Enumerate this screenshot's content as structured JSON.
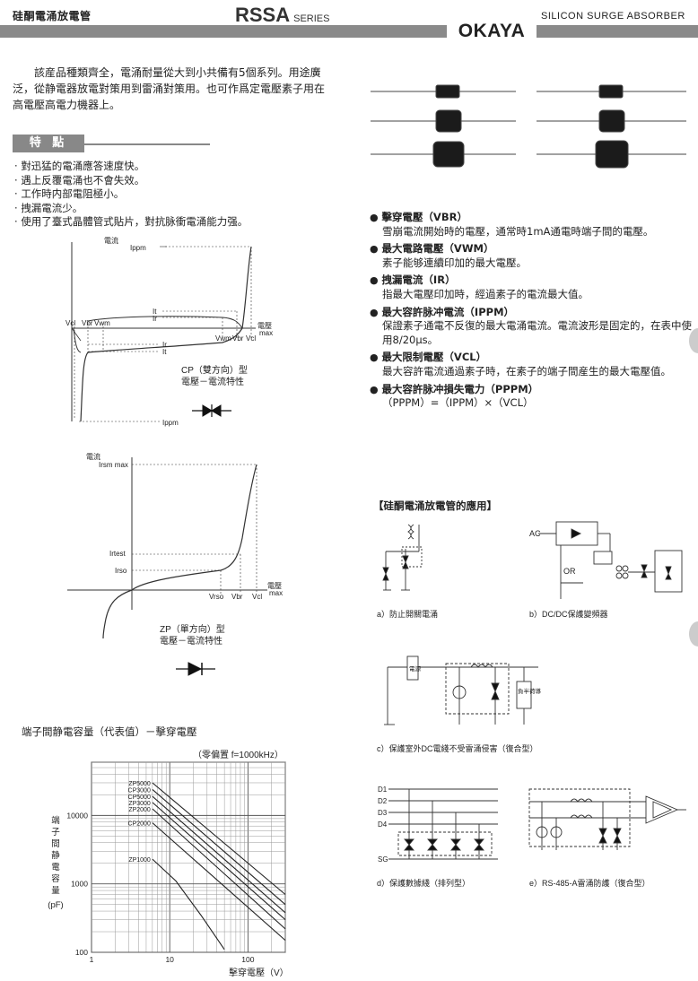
{
  "header": {
    "left_title": "硅酮電涌放電管",
    "series_main": "RSSA",
    "series_suffix": "SERIES",
    "right_title": "SILICON SURGE ABSORBER",
    "brand": "OKAYA"
  },
  "intro": "該産品種類齊全，電涌耐量從大到小共備有5個系列。用途廣泛，從静電器放電對策用到雷涌對策用。也可作爲定電壓素子用在高電壓高電力機器上。",
  "features": {
    "title": "特 點",
    "items": [
      "對迅猛的電涌應答速度快。",
      "遇上反覆電涌也不會失效。",
      "工作時内部電阻極小。",
      "拽漏電流少。",
      "使用了臺式晶體管式貼片，對抗脉衝電涌能力强。"
    ]
  },
  "params": [
    {
      "title": "擊穿電壓（VBR）",
      "desc": "雪崩電流開始時的電壓，通常時1mA通電時端子間的電壓。"
    },
    {
      "title": "最大電路電壓（VWM）",
      "desc": "素子能够連續印加的最大電壓。"
    },
    {
      "title": "拽漏電流（IR）",
      "desc": "指最大電壓印加時，經過素子的電流最大值。"
    },
    {
      "title": "最大容許脉冲電流（IPPM）",
      "desc": "保證素子通電不反復的最大電涌電流。電流波形是固定的，在表中使用8/20μs。"
    },
    {
      "title": "最大限制電壓（VCL）",
      "desc": "最大容許電流通過素子時，在素子的端子間産生的最大電壓值。"
    },
    {
      "title": "最大容許脉冲損失電力（PPPM）",
      "desc": "（PPPM）=（IPPM）×（VCL）"
    }
  ],
  "cp_graph": {
    "ylabel": "電流",
    "ippm_top": "Ippm",
    "it_label": "It",
    "ir_label": "Ir",
    "vcl": "Vcl",
    "vbr": "Vbr",
    "vwm": "Vwm",
    "xlabel": "電壓",
    "xmax": "max",
    "ippm_bottom": "Ippm",
    "caption1": "CP（雙方向）型",
    "caption2": "電壓－電流特性"
  },
  "zp_graph": {
    "ylabel": "電流",
    "irsm": "Irsm max",
    "irtest": "Irtest",
    "irso": "Irso",
    "vrso": "Vrso",
    "vbr": "Vbr",
    "vcl": "Vcl",
    "xlabel": "電壓",
    "xmax": "max",
    "caption1": "ZP（單方向）型",
    "caption2": "電壓－電流特性"
  },
  "cap_chart": {
    "section_title": "端子間静電容量（代表值）－擊穿電壓",
    "condition": "（零偏置  f=1000kHz）",
    "ylabel_chars": [
      "端",
      "子",
      "間",
      "静",
      "電",
      "容",
      "量"
    ],
    "yunit": "(pF)",
    "xlabel": "擊穿電壓（V）",
    "yticks": [
      "10000",
      "1000",
      "100"
    ],
    "xticks": [
      "1",
      "10",
      "100"
    ]
  },
  "chart_data": {
    "type": "line",
    "title": "端子間静電容量（代表值）－擊穿電壓",
    "xlabel": "擊穿電壓（V）",
    "ylabel": "端子間静電容量 (pF)",
    "xscale": "log",
    "yscale": "log",
    "xlim": [
      1,
      300
    ],
    "ylim": [
      100,
      60000
    ],
    "grid": true,
    "series": [
      {
        "name": "ZP5000",
        "x": [
          6,
          300
        ],
        "y": [
          30000,
          700
        ]
      },
      {
        "name": "CP3000",
        "x": [
          6,
          300
        ],
        "y": [
          24000,
          500
        ]
      },
      {
        "name": "CP5000",
        "x": [
          6,
          300
        ],
        "y": [
          19000,
          380
        ]
      },
      {
        "name": "ZP3000",
        "x": [
          6,
          300
        ],
        "y": [
          15500,
          300
        ]
      },
      {
        "name": "ZP2000",
        "x": [
          6,
          300
        ],
        "y": [
          12500,
          220
        ]
      },
      {
        "name": "CP2000",
        "x": [
          6,
          300
        ],
        "y": [
          7800,
          150
        ]
      },
      {
        "name": "ZP1000",
        "x": [
          6,
          12,
          25,
          50
        ],
        "y": [
          2300,
          1100,
          350,
          110
        ]
      }
    ]
  },
  "applications": {
    "title": "【硅酮電涌放電管的應用】",
    "a": "a）防止開關電涌",
    "b": "b）DC/DC保護變頻器",
    "b_ac": "AC",
    "b_or": "OR",
    "c": "c）保護室外DC電綫不受雷涌侵害（復合型）",
    "c_box1": "電源",
    "c_box2": "負半荷導",
    "d": "d）保護數據綫（排列型）",
    "d_lines": [
      "D1",
      "D2",
      "D3",
      "D4",
      "SG"
    ],
    "e": "e）RS-485-A雷涌防護（復合型）"
  },
  "colors": {
    "band": "#8a8a8a",
    "text": "#222222",
    "grid": "#999999"
  }
}
